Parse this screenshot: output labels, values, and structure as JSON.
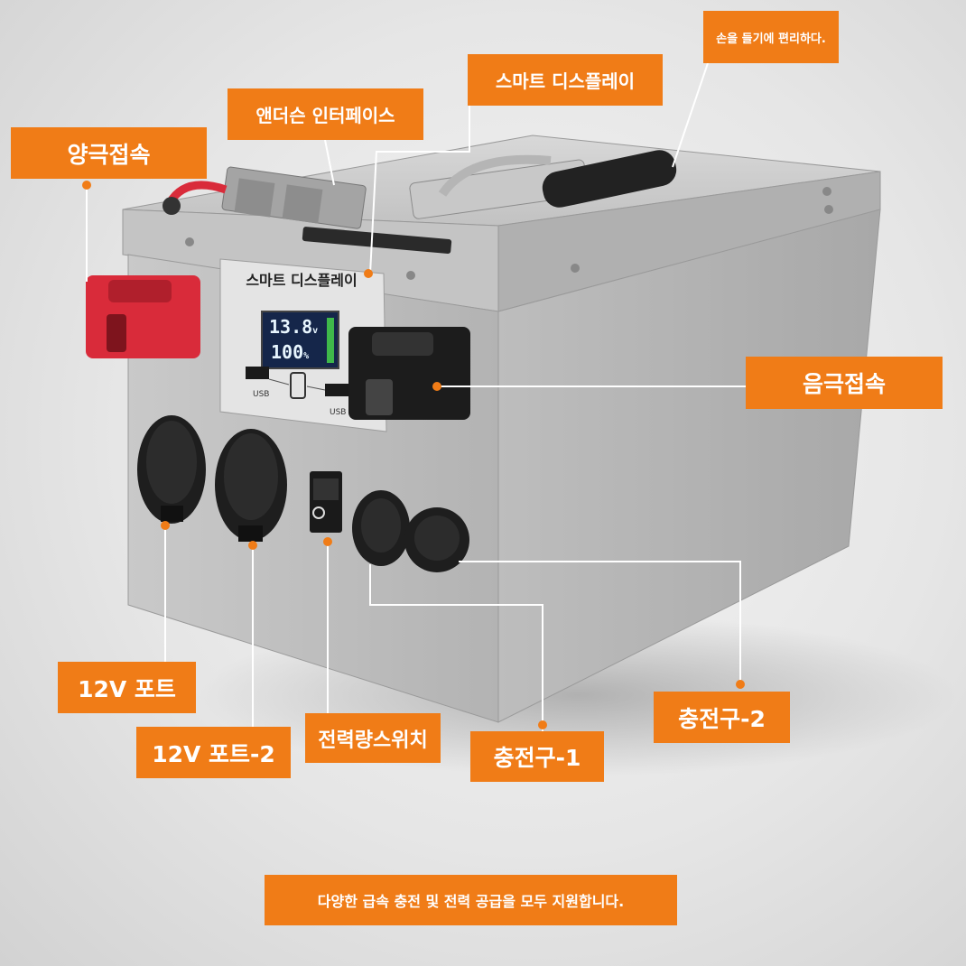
{
  "labels": {
    "anode": "양극접속",
    "anderson": "앤더슨 인터페이스",
    "smart_display": "스마트 디스플레이",
    "handle": "손을 들기에 편리하다.",
    "cathode": "음극접속",
    "port_1": "12V 포트",
    "port_2": "12V 포트-2",
    "power_switch": "전력량스위치",
    "charge_1": "충전구-1",
    "charge_2": "충전구-2",
    "footer": "다양한 급속 충전 및 전력 공급을 모두 지원합니다."
  },
  "panel": {
    "title": "스마트 디스플레이",
    "voltage": "13.8",
    "voltage_unit": "v",
    "percent": "100",
    "percent_unit": "%",
    "usb_left": "USB",
    "usb_right": "USB"
  },
  "colors": {
    "accent": "#f07c17",
    "anode_cap": "#d92b3a",
    "cathode_cap": "#1c1c1c",
    "casing": "#b9b9b9"
  }
}
